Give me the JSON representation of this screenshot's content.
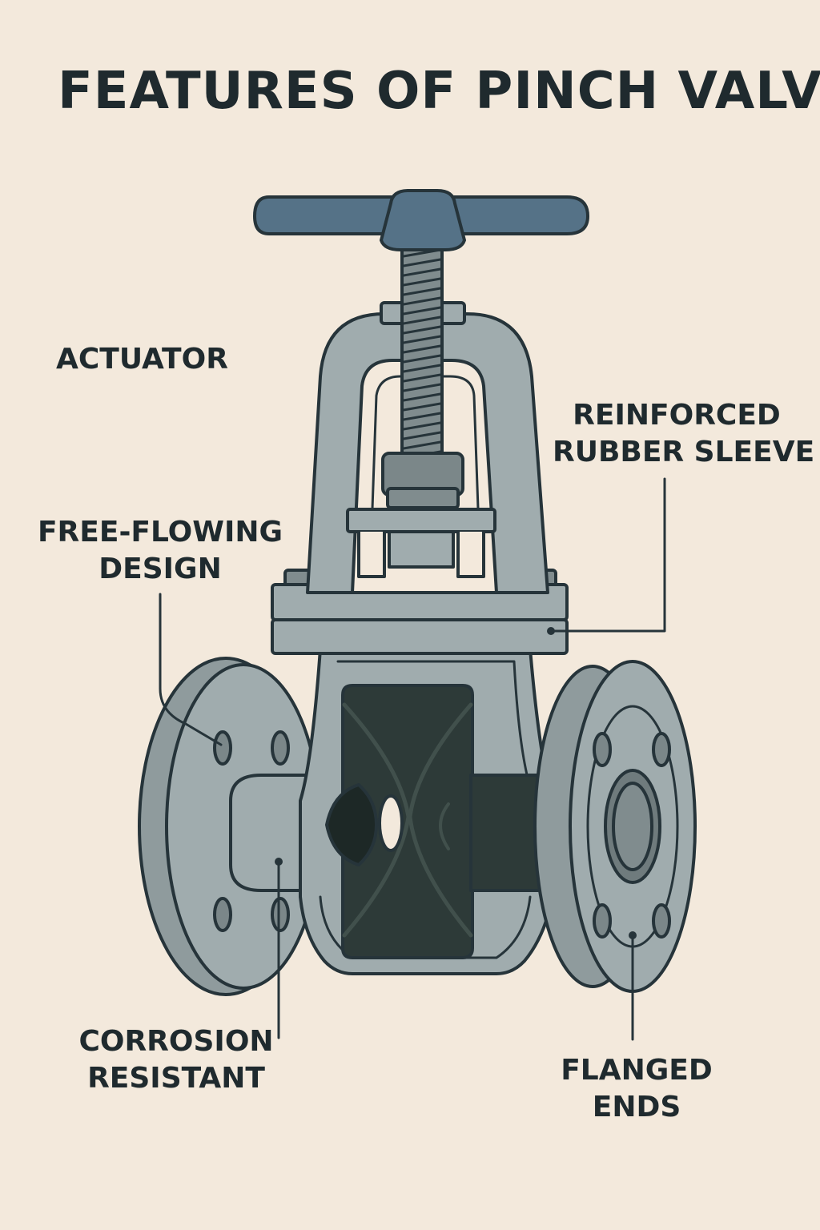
{
  "title": "FEATURES OF PINCH VALVE",
  "labels": {
    "actuator": "ACTUATOR",
    "reinforced_rubber_sleeve": [
      "REINFORCED",
      "RUBBER SLEEVE"
    ],
    "free_flowing_design": [
      "FREE-FLOWING",
      "DESIGN"
    ],
    "corrosion_resistant": [
      "CORROSION",
      "RESISTANT"
    ],
    "flanged_ends": [
      "FLANGED",
      "ENDS"
    ]
  },
  "colors": {
    "background": "#f3e9dc",
    "handwheel": "#557287",
    "body": "#a0acae",
    "body_dark": "#8f9b9d",
    "sleeve": "#2d3a38",
    "outline": "#26343a",
    "text": "#1f2a2e"
  }
}
